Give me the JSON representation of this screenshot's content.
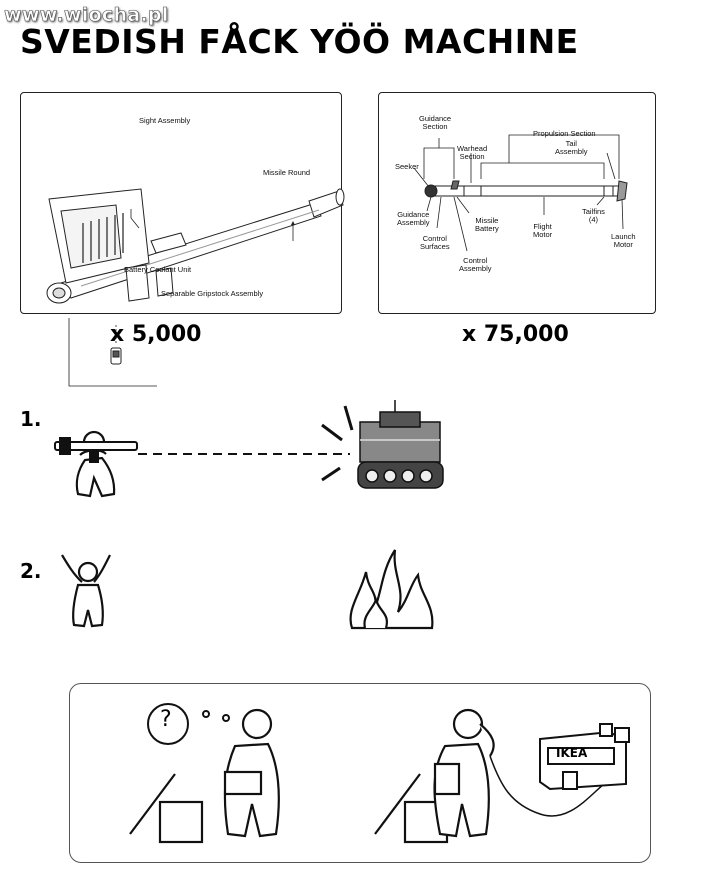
{
  "watermark": "www.wiocha.pl",
  "title": "SVEDISH FÅCK YÖÖ MACHINE",
  "launcher_panel": {
    "labels": {
      "sight": "Sight Assembly",
      "missile": "Missile Round",
      "battery": "Battery Coolant Unit",
      "gripstock": "Separable Gripstock Assembly"
    },
    "quantity": "x 5,000"
  },
  "missile_panel": {
    "labels": {
      "guidance_section": "Guidance\nSection",
      "warhead": "Warhead\nSection",
      "propulsion": "Propulsion Section",
      "tail": "Tail\nAssembly",
      "seeker": "Seeker",
      "guidance_assembly": "Guidance\nAssembly",
      "control_surfaces": "Control\nSurfaces",
      "missile_battery": "Missile\nBattery",
      "control_assembly": "Control\nAssembly",
      "flight_motor": "Flight\nMotor",
      "tailfins": "Tailfins\n(4)",
      "launch_motor": "Launch\nMotor"
    },
    "quantity": "x 75,000"
  },
  "steps": [
    {
      "number": "1."
    },
    {
      "number": "2."
    }
  ],
  "bottom_panel": {
    "thought_mark": "?",
    "store_sign": "IKEA"
  }
}
